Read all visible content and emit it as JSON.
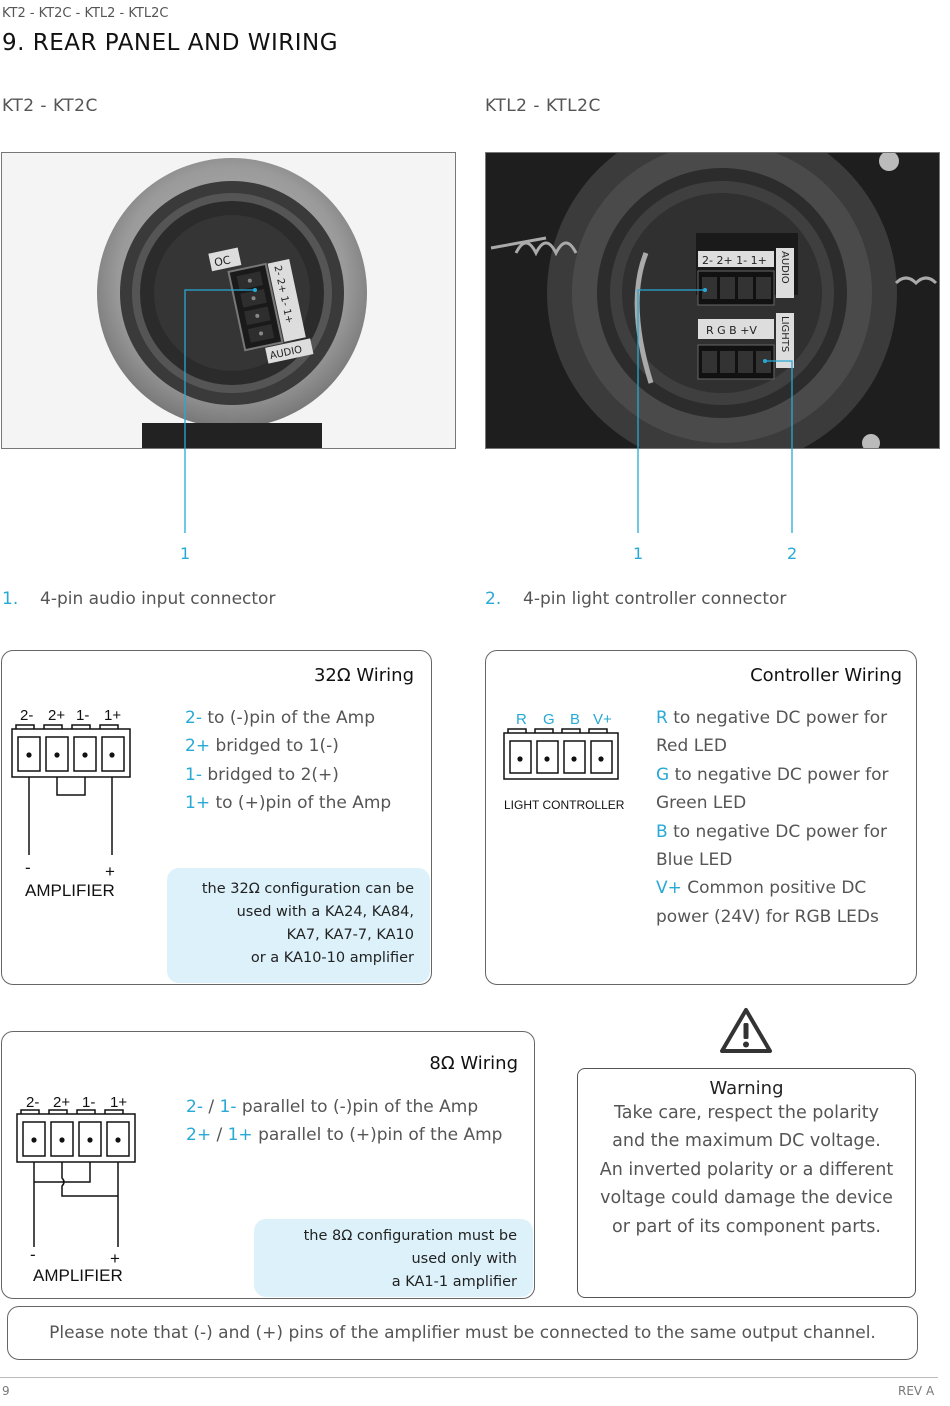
{
  "header": {
    "model_line": "KT2 - KT2C - KTL2 - KTL2C",
    "title": "9. REAR PANEL AND WIRING"
  },
  "columns": {
    "left_title": "KT2 - KT2C",
    "right_title": "KTL2 - KTL2C"
  },
  "photo_left": {
    "label_top": "OC",
    "pins": "2- 2+ 1- 1+",
    "label_bottom": "AUDIO"
  },
  "photo_right": {
    "audio_pins": "2- 2+ 1- 1+",
    "audio_label": "AUDIO",
    "light_pins": "R G B +V",
    "light_label": "LIGHTS"
  },
  "callouts": {
    "left_1": "1",
    "right_1": "1",
    "right_2": "2"
  },
  "legend": {
    "item1_num": "1.",
    "item1_text": "4-pin audio input connector",
    "item2_num": "2.",
    "item2_text": "4-pin light controller connector"
  },
  "wiring32": {
    "title": "32Ω Wiring",
    "pin_labels": [
      "2-",
      "2+",
      "1-",
      "1+"
    ],
    "minus": "-",
    "plus": "+",
    "amp_label": "AMPLIFIER",
    "lines": [
      {
        "code": "2-",
        "text": " to (-)pin of the Amp"
      },
      {
        "code": "2+",
        "text": " bridged to 1(-)"
      },
      {
        "code": "1-",
        "text": " bridged to 2(+)"
      },
      {
        "code": "1+",
        "text": " to (+)pin of the Amp"
      }
    ],
    "note": [
      "the 32Ω configuration can be",
      "used with a KA24, KA84,",
      "KA7, KA7-7, KA10",
      "or a KA10-10 amplifier"
    ]
  },
  "controller": {
    "title": "Controller Wiring",
    "pin_labels": [
      "R",
      "G",
      "B",
      "V+"
    ],
    "device_label": "LIGHT CONTROLLER",
    "lines": [
      {
        "code": "R",
        "text": " to negative DC power for"
      },
      {
        "code": "",
        "text": "Red LED"
      },
      {
        "code": "G",
        "text": " to negative DC power for"
      },
      {
        "code": "",
        "text": "Green LED"
      },
      {
        "code": "B",
        "text": " to negative DC power for"
      },
      {
        "code": "",
        "text": "Blue LED"
      },
      {
        "code": "V+",
        "text": " Common positive DC"
      },
      {
        "code": "",
        "text": "power (24V)  for RGB LEDs"
      }
    ]
  },
  "wiring8": {
    "title": "8Ω Wiring",
    "pin_labels": [
      "2-",
      "2+",
      "1-",
      "1+"
    ],
    "minus": "-",
    "plus": "+",
    "amp_label": "AMPLIFIER",
    "line1": {
      "a": "2-",
      "sep": " / ",
      "b": "1-",
      "text": " parallel to (-)pin of the Amp"
    },
    "line2": {
      "a": "2+",
      "sep": " / ",
      "b": "1+",
      "text": " parallel to (+)pin of the Amp"
    },
    "note": [
      "the 8Ω configuration must be",
      "used only with",
      "a KA1-1 amplifier"
    ]
  },
  "warning": {
    "icon": "warning-triangle-icon",
    "title": "Warning",
    "lines": [
      "Take care, respect the polarity",
      "and the maximum DC voltage.",
      "An inverted polarity or a different",
      "voltage could damage the device",
      "or part of its component parts."
    ]
  },
  "footer": {
    "note": "Please note that (-) and (+) pins of the amplifier must be connected to the same output channel.",
    "page": "9",
    "rev": "REV A"
  },
  "colors": {
    "accent": "#27a9d6",
    "note_bg": "#dcf1fa",
    "border": "#666666"
  }
}
